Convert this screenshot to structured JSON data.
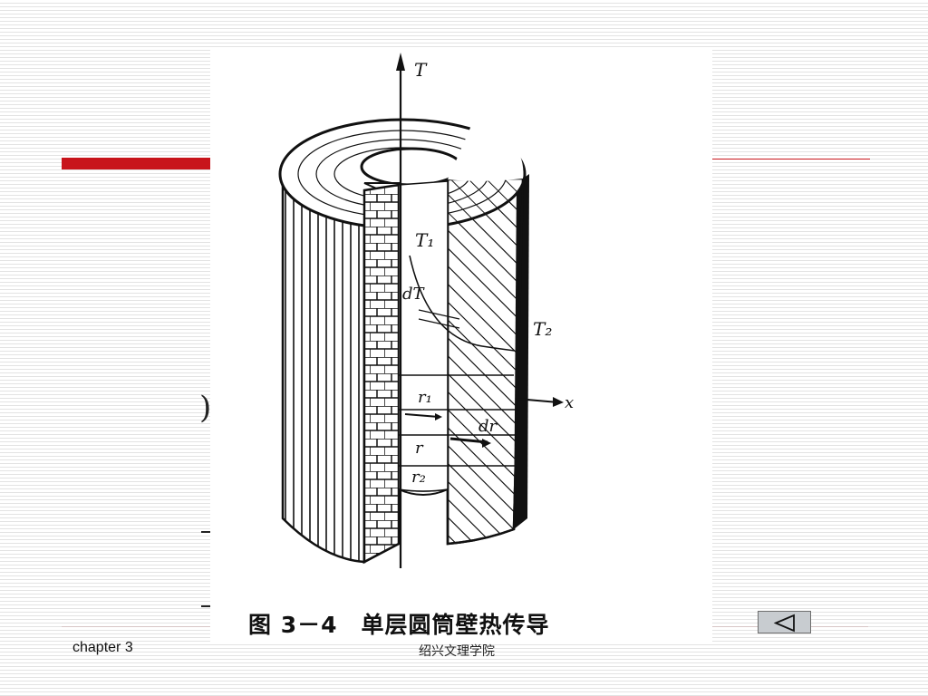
{
  "figure": {
    "caption": "图 3－4　单层圆筒壁热传导",
    "labels": {
      "axis_t": "T",
      "t1": "T₁",
      "dt": "dT",
      "t2": "T₂",
      "r1": "r₁",
      "dr": "dr",
      "r": "r",
      "r2": "r₂",
      "axis_x": "x"
    }
  },
  "footer": {
    "chapter": "chapter 3",
    "school": "绍兴文理学院"
  },
  "nav": {
    "back_icon": "triangle-left-icon"
  },
  "colors": {
    "accent": "#c8141b",
    "button_bg": "#c8ccd0"
  }
}
